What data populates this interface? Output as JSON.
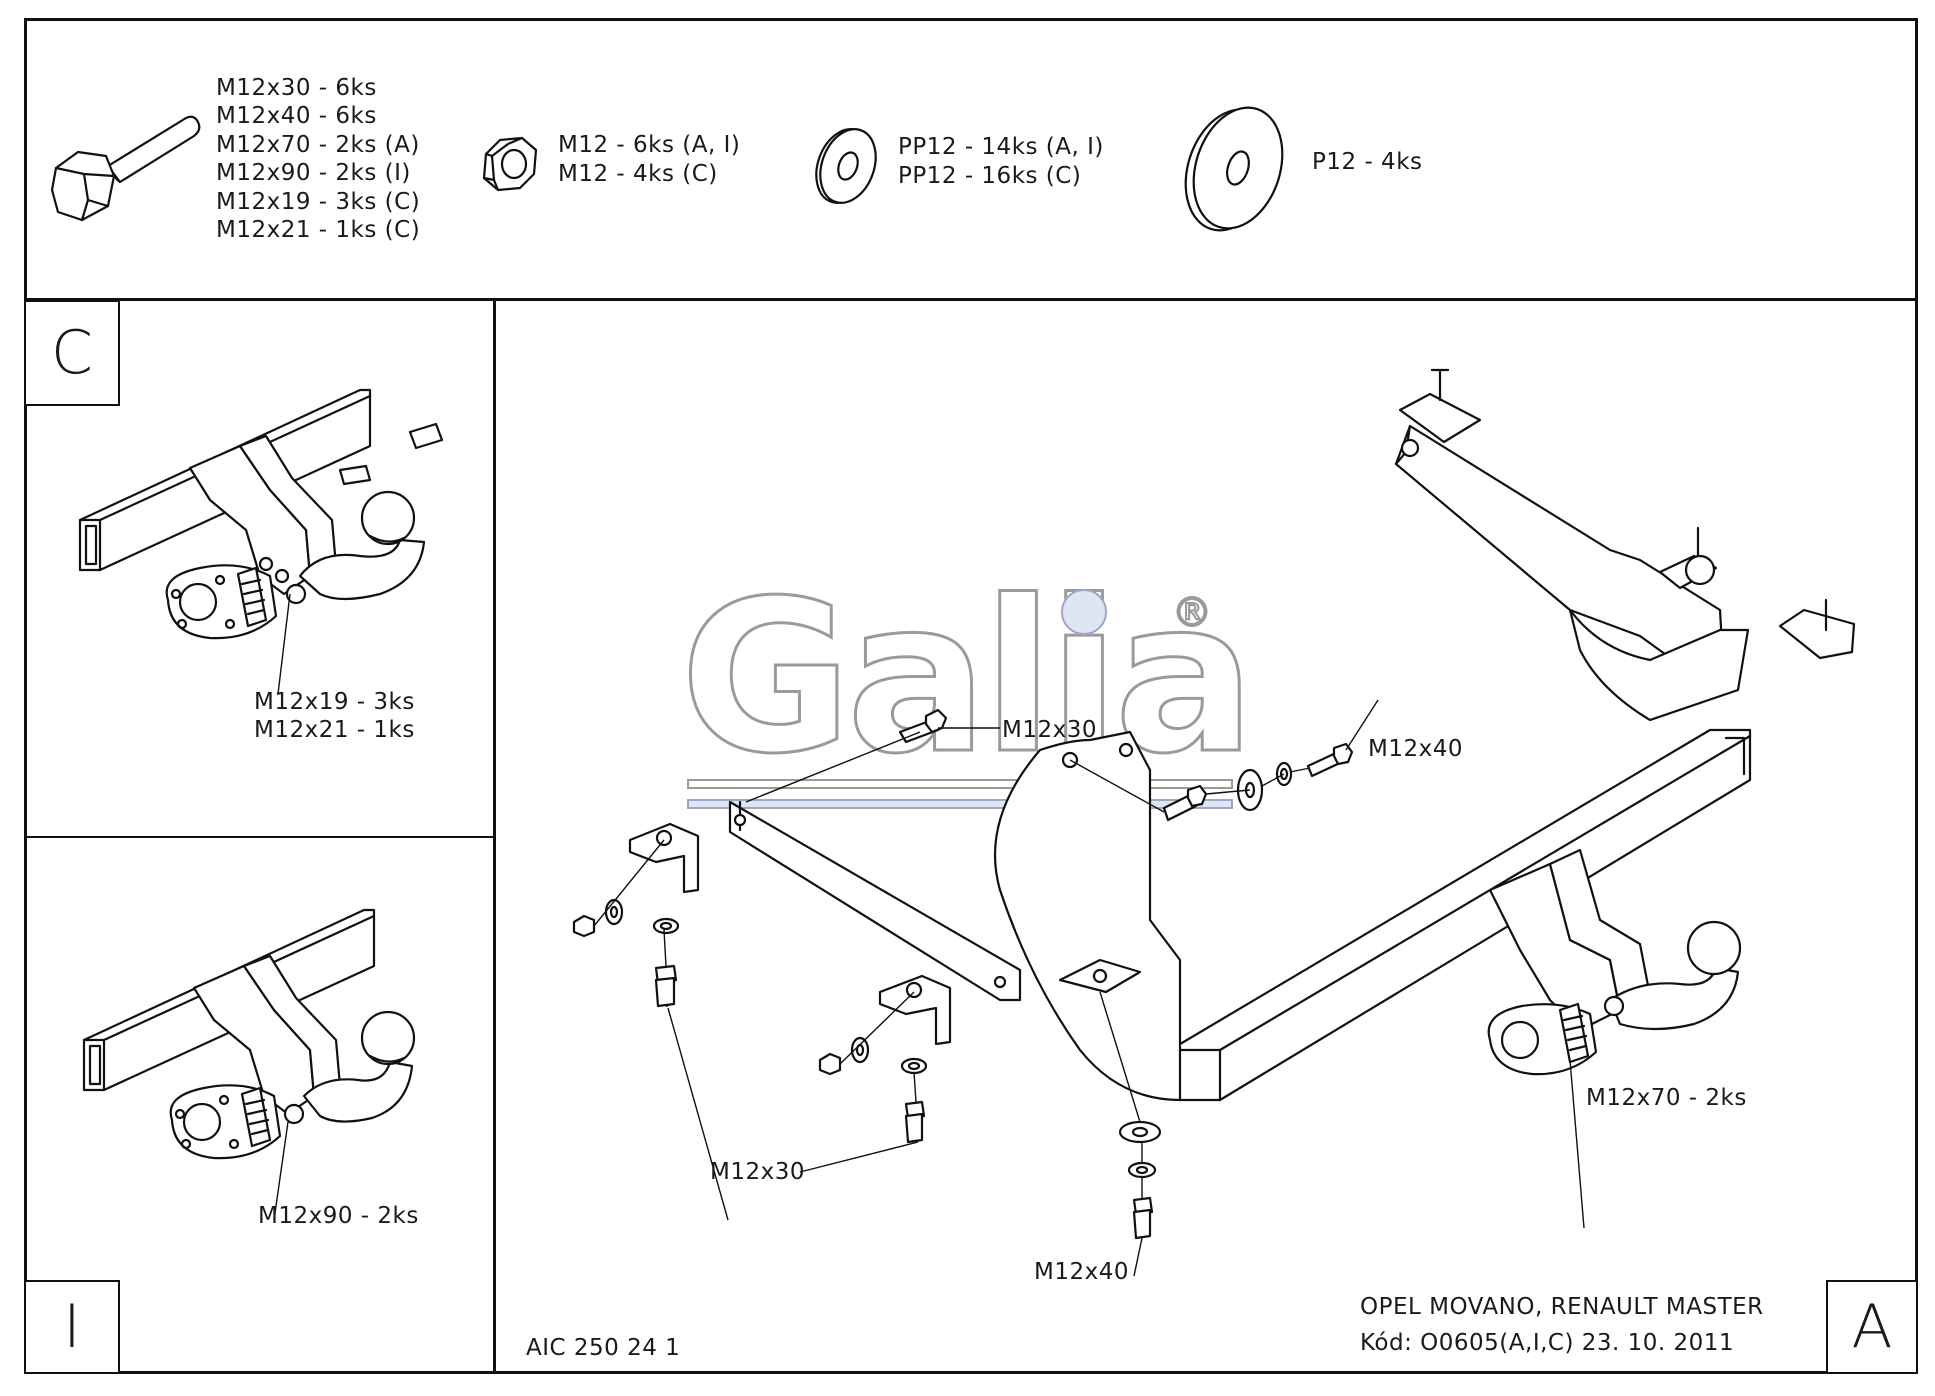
{
  "parts": {
    "bolt_lines": [
      "M12x30 - 6ks",
      "M12x40 - 6ks",
      "M12x70 - 2ks (A)",
      "M12x90 - 2ks (I)",
      "M12x19 - 3ks (C)",
      "M12x21 - 1ks (C)"
    ],
    "nut_lines": [
      "M12 - 6ks (A, I)",
      "M12 - 4ks (C)"
    ],
    "washer_small_lines": [
      "PP12 - 14ks (A, I)",
      "PP12 - 16ks (C)"
    ],
    "washer_large_lines": [
      "P12 - 4ks"
    ]
  },
  "variant_c": {
    "letter": "C",
    "label_1": "M12x19 - 3ks",
    "label_2": "M12x21 - 1ks"
  },
  "variant_i": {
    "letter": "I",
    "label_1": "M12x90 - 2ks"
  },
  "main": {
    "letter": "A",
    "callout_m12x30_top": "M12x30",
    "callout_m12x40_top": "M12x40",
    "callout_m12x30_bottom": "M12x30",
    "callout_m12x40_bottom": "M12x40",
    "callout_m12x70": "M12x70 - 2ks",
    "watermark": "Galia",
    "registered_mark": "®"
  },
  "footer": {
    "drawing_number": "AIC 250 24 1",
    "vehicle": "OPEL MOVANO, RENAULT MASTER",
    "code_line": "Kód: O0605(A,I,C)  23. 10. 2011"
  }
}
